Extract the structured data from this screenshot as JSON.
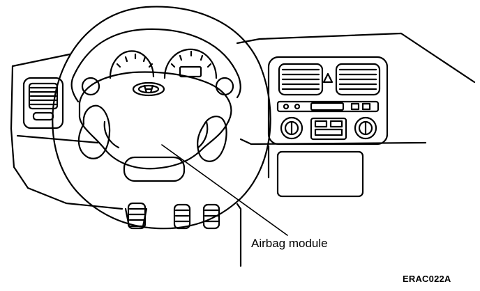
{
  "diagram": {
    "callouts": [
      {
        "id": "airbag-module",
        "label": "Airbag module"
      }
    ],
    "figure_code": "ERAC022A"
  },
  "colors": {
    "ink": "#000000",
    "paper": "#ffffff"
  }
}
